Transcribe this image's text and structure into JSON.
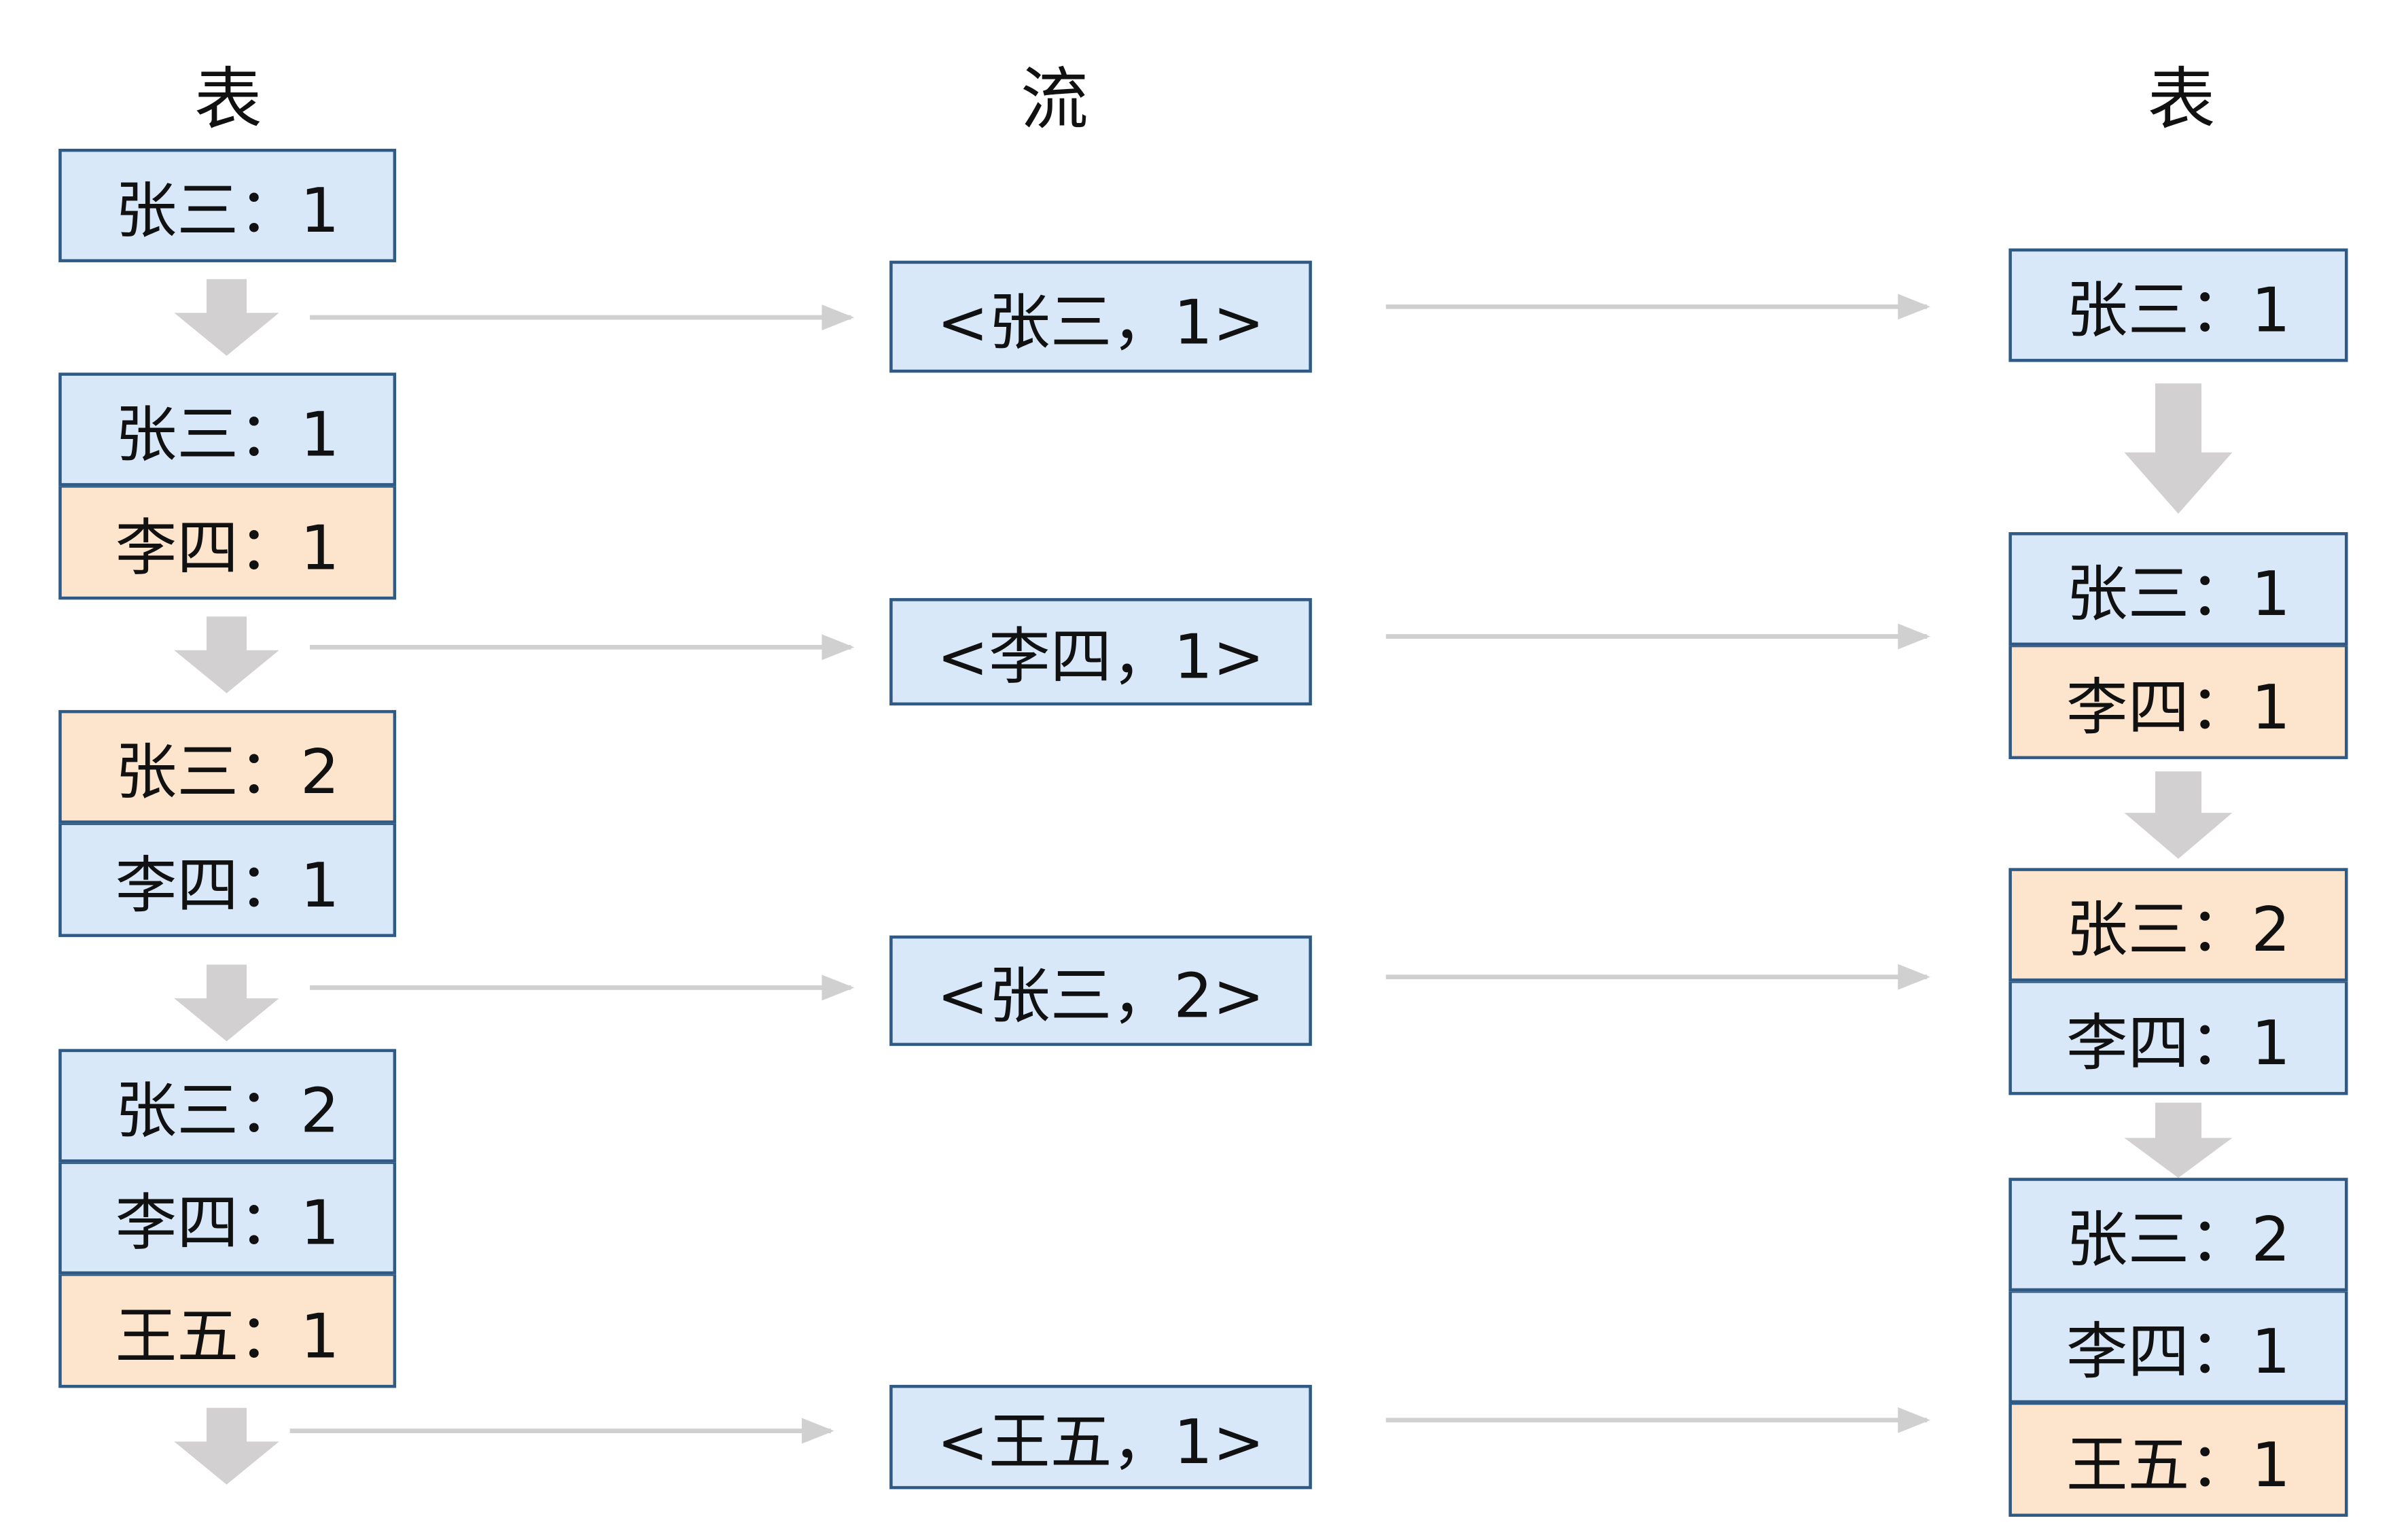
{
  "headers": {
    "left": "表",
    "middle": "流",
    "right": "表"
  },
  "left_table": [
    [
      {
        "text": "张三：1",
        "state": "unchanged"
      }
    ],
    [
      {
        "text": "张三：1",
        "state": "unchanged"
      },
      {
        "text": "李四：1",
        "state": "changed"
      }
    ],
    [
      {
        "text": "张三：2",
        "state": "changed"
      },
      {
        "text": "李四：1",
        "state": "unchanged"
      }
    ],
    [
      {
        "text": "张三：2",
        "state": "unchanged"
      },
      {
        "text": "李四：1",
        "state": "unchanged"
      },
      {
        "text": "王五：1",
        "state": "changed"
      }
    ]
  ],
  "stream": [
    "<张三，1>",
    "<李四，1>",
    "<张三，2>",
    "<王五，1>"
  ],
  "right_table": [
    [
      {
        "text": "张三：1",
        "state": "unchanged"
      }
    ],
    [
      {
        "text": "张三：1",
        "state": "unchanged"
      },
      {
        "text": "李四：1",
        "state": "changed"
      }
    ],
    [
      {
        "text": "张三：2",
        "state": "changed"
      },
      {
        "text": "李四：1",
        "state": "unchanged"
      }
    ],
    [
      {
        "text": "张三：2",
        "state": "unchanged"
      },
      {
        "text": "李四：1",
        "state": "unchanged"
      },
      {
        "text": "王五：1",
        "state": "changed"
      }
    ]
  ],
  "colors": {
    "unchanged_fill": "#d8e8f9",
    "changed_fill": "#fde5cd",
    "box_border": "#2f5a86",
    "arrow": "#d2d0d0",
    "connector": "#d0d0d0"
  }
}
